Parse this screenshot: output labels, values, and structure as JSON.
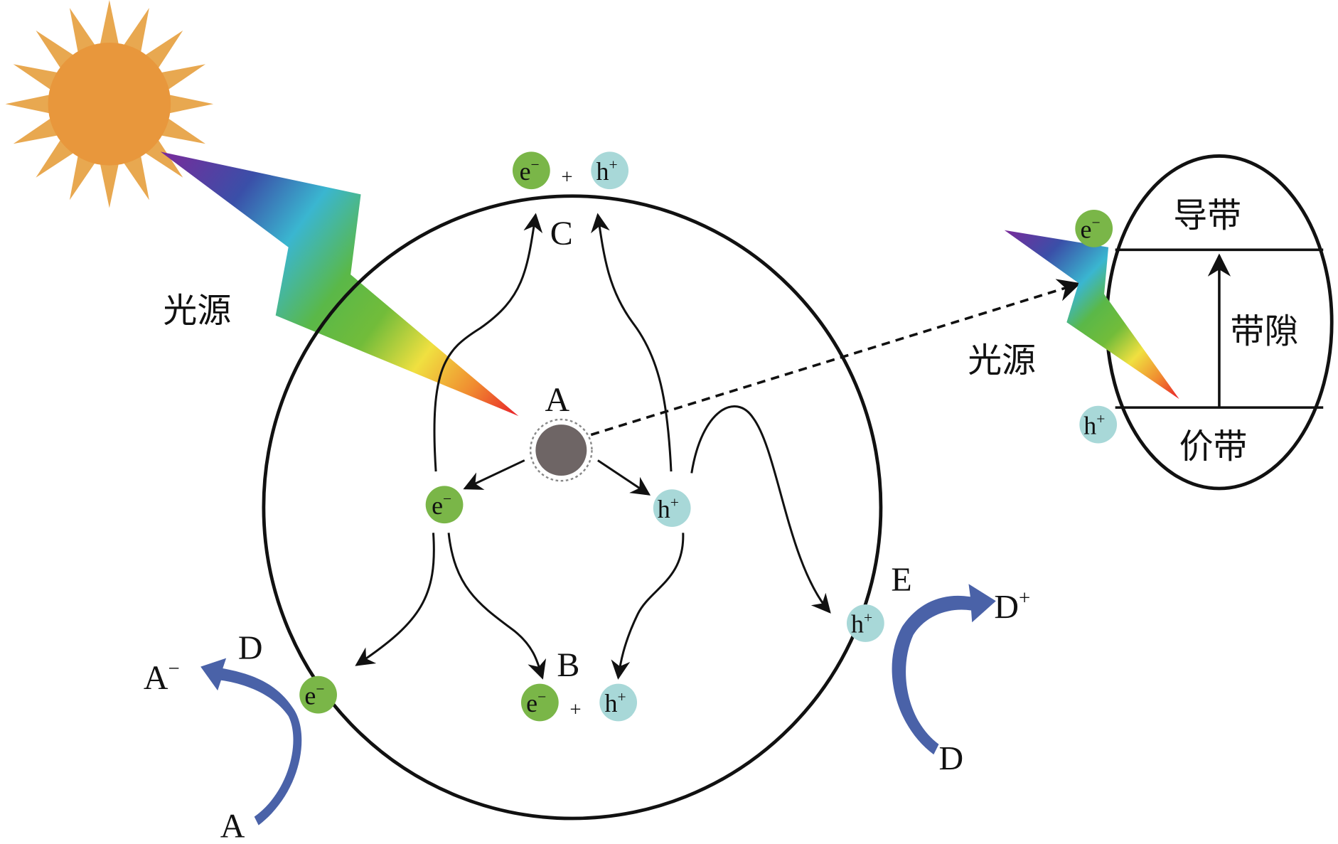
{
  "title_labels": {
    "light_source_left": "光源",
    "light_source_right": "光源",
    "A": "A",
    "B": "B",
    "C": "C",
    "E": "E",
    "D_left": "D",
    "D_right": "D",
    "A_minus": "A",
    "A_minus_sup": "−",
    "A_bottom": "A",
    "D_plus": "D",
    "D_plus_sup": "+"
  },
  "band_diagram": {
    "conduction_band": "导带",
    "band_gap": "带隙",
    "valence_band": "价带"
  },
  "particles": {
    "electron": "e",
    "electron_sup": "−",
    "hole": "h",
    "hole_sup": "+",
    "plus": "+"
  },
  "colors": {
    "sun": "#e8973c",
    "electron": "#7ab648",
    "hole": "#a8d8d8",
    "center": "#6e6565",
    "blue_arrow": "#4a62a8"
  }
}
